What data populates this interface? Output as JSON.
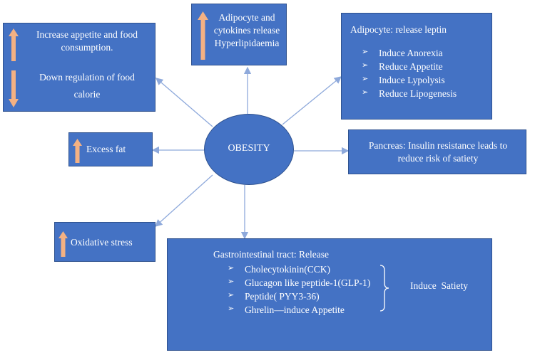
{
  "center": {
    "label": "OBESITY"
  },
  "appetite_box": {
    "line1": "Increase appetite and food",
    "line2": "consumption.",
    "line3": "Down regulation of food",
    "line4": "calorie"
  },
  "adipocyte_cytokines_box": {
    "line1": "Adipocyte and",
    "line2": "cytokines release",
    "line3": "Hyperlipidaemia"
  },
  "leptin_box": {
    "title": "Adipocyte: release leptin",
    "items": [
      "Induce Anorexia",
      "Reduce Appetite",
      "Induce Lypolysis",
      "Reduce Lipogenesis"
    ]
  },
  "excess_fat_box": {
    "label": "Excess fat"
  },
  "pancreas_box": {
    "line1": "Pancreas: Insulin resistance leads to",
    "line2": "reduce risk of satiety"
  },
  "oxidative_box": {
    "label": "Oxidative stress"
  },
  "gi_box": {
    "title": "Gastrointestinal tract: Release",
    "items": [
      "Cholecytokinin(CCK)",
      "Glucagon like peptide-1(GLP-1)",
      "Peptide( PYY3-36)",
      "Ghrelin—induce Appetite"
    ],
    "brace_label": "Induce  Satiety"
  },
  "colors": {
    "box_fill": "#4472C4",
    "box_border": "#2F528F",
    "arrow_icon": "#F4B183",
    "connector": "#8EA9DB"
  }
}
